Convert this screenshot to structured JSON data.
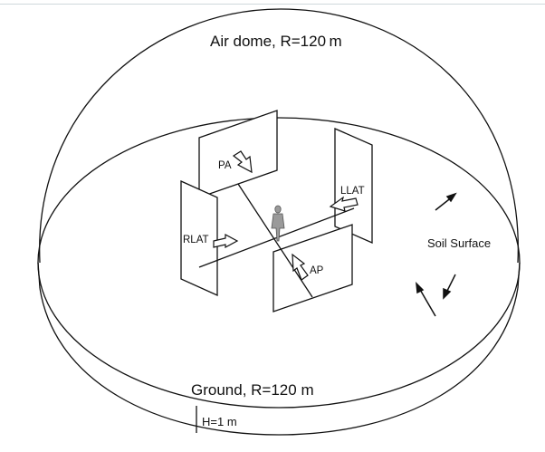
{
  "labels": {
    "air_dome": "Air dome, R=120 m",
    "ground": "Ground, R=120 m",
    "height": "H=1 m",
    "soil_surface": "Soil Surface",
    "pa": "PA",
    "llat": "LLAT",
    "rlat": "RLAT",
    "ap": "AP"
  },
  "colors": {
    "line": "#111111",
    "figure": "#9a9a9a",
    "background": "#ffffff"
  }
}
